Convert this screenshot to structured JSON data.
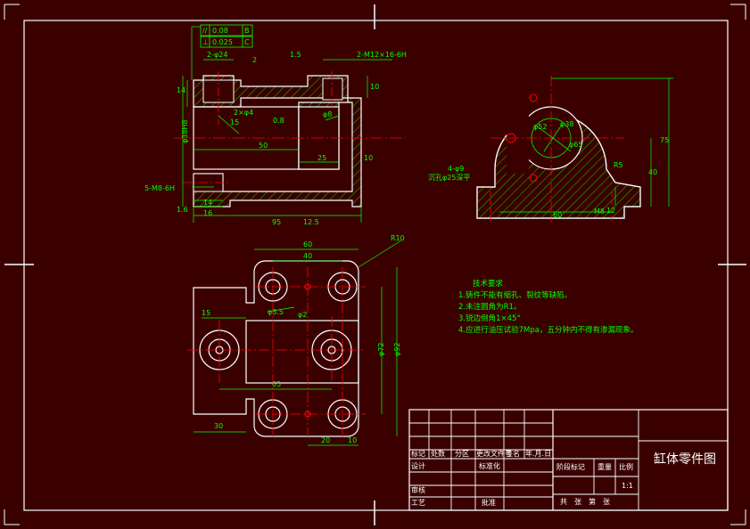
{
  "colors": {
    "background": "#3a0000",
    "outline": "#ffffff",
    "dimension": "#00ff00",
    "centerline": "#ff0000",
    "hatch": "#00ff00",
    "hidden": "#ffff00"
  },
  "front_view": {
    "tolerance_top": "//",
    "tolerance_top_value": "0.08",
    "tolerance_top_datum": "B",
    "tolerance_bottom": "⊥",
    "tolerance_bottom_value": "0.025",
    "tolerance_bottom_datum": "C",
    "dim_top_holes": "2-φ24",
    "dim_2": "2",
    "dim_roughness": "1.5",
    "dim_thread_top": "2-M12×16-6H",
    "dim_14": "14",
    "dim_10": "10",
    "dim_2phi4": "2×φ4",
    "dim_08": "0.8",
    "dim_phi8": "φ8",
    "dim_15": "15",
    "dim_phi38": "φ38H8",
    "dim_50": "50",
    "dim_25": "25",
    "dim_10b": "10",
    "dim_thread_left": "5-M8-6H",
    "dim_14b": "14",
    "dim_16": "16",
    "dim_16r": "1.6",
    "dim_95": "95",
    "dim_125": "12.5"
  },
  "side_view": {
    "dim_phi52": "φ52",
    "dim_phi38": "φ38",
    "dim_phi65": "φ65",
    "dim_75": "75",
    "dim_40": "40",
    "dim_R5": "R5",
    "dim_holes": "4-φ9",
    "dim_holes_note": "沉孔φ25深平",
    "dim_60": "60",
    "dim_M8": "M8",
    "dim_12": "12"
  },
  "top_view": {
    "dim_R10": "R10",
    "dim_60": "60",
    "dim_40": "40",
    "dim_15": "15",
    "dim_phi35": "φ3.5",
    "dim_phi2": "φ2",
    "dim_phi72": "φ72",
    "dim_phi92": "φ92",
    "dim_65": "65",
    "dim_30": "30",
    "dim_20": "20",
    "dim_10": "10"
  },
  "tech_requirements": {
    "heading": "技术要求",
    "items": [
      "1.铸件不能有缩孔、裂纹等缺陷。",
      "2.未注圆角为R1。",
      "3.锐边倒角1×45°",
      "4.应进行油压试验7Mpa，五分钟内不得有渗漏现象。"
    ]
  },
  "title_block": {
    "row_labels": [
      "标记",
      "处数",
      "分区",
      "更改文件号",
      "签名",
      "年.月.日"
    ],
    "designer": "设计",
    "standardization": "标准化",
    "review": "审核",
    "process": "工艺",
    "approve": "批准",
    "stage_mark": "阶段标记",
    "weight": "重量",
    "scale": "比例",
    "scale_value": "1:1",
    "sheets": "共　张　第　张",
    "drawing_title": "缸体零件图"
  }
}
